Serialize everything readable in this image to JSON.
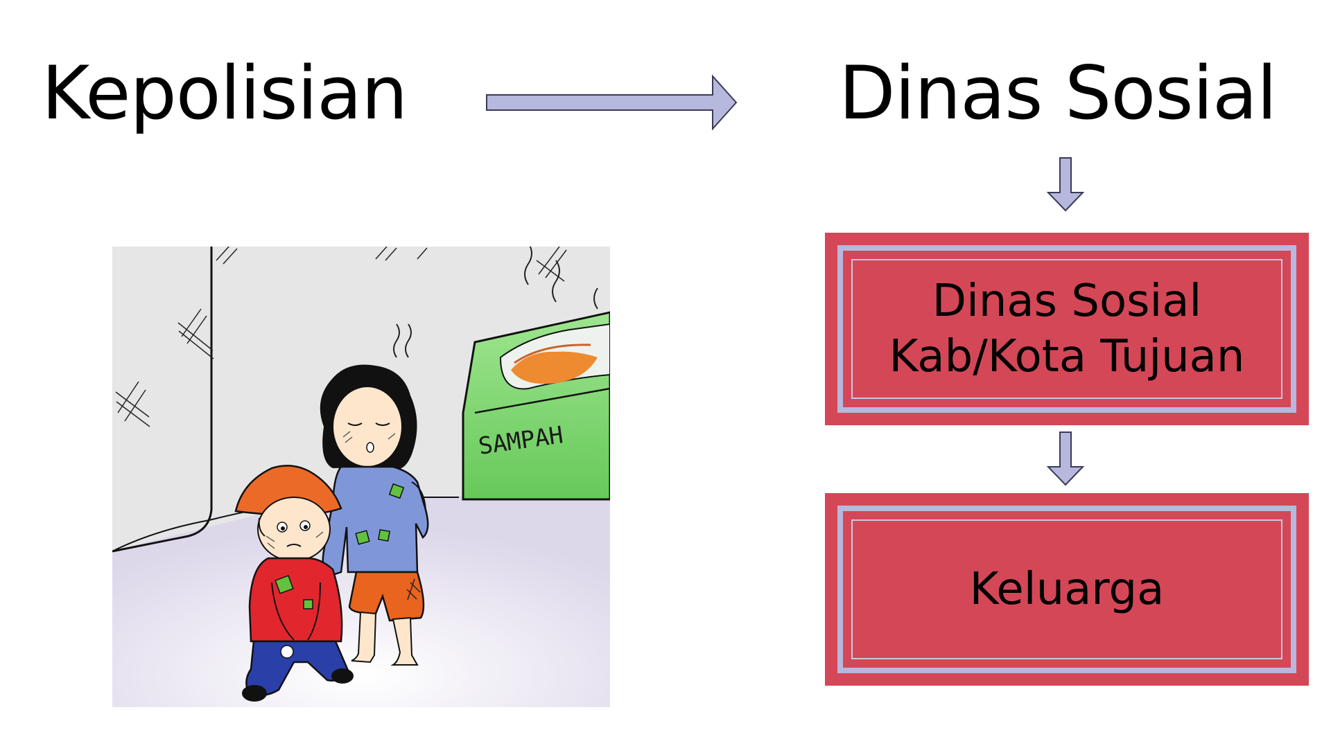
{
  "diagram": {
    "left_title": "Kepolisian",
    "right_title": "Dinas Sosial",
    "box1": {
      "line1": "Dinas Sosial",
      "line2": "Kab/Kota Tujuan"
    },
    "box2": {
      "label": "Keluarga"
    }
  },
  "illustration": {
    "bin_label": "SAMPAH"
  },
  "colors": {
    "arrow_fill": "#b7b8dd",
    "box_fill": "#d44757",
    "box_border": "#b7b8dd",
    "wall": "#e6e6e6",
    "ground": "#e9e5f1",
    "bin_green": "#7fd873",
    "hat_orange": "#ec6a28",
    "shirt_red": "#e2262d",
    "shirt_blue": "#7f97d9"
  }
}
